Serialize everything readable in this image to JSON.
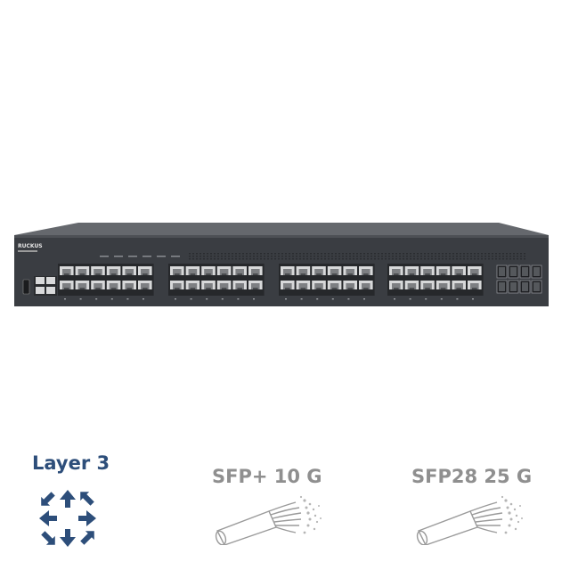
{
  "product": {
    "brand_logo": "RUCKUS",
    "copper_ports_per_block": 12,
    "copper_blocks": 4,
    "sfp_ports": 8
  },
  "features": {
    "layer3": {
      "label": "Layer 3",
      "icon": "routing-arrows-icon",
      "color": "#2d4e7a"
    },
    "sfp10": {
      "label": "SFP+ 10 G",
      "icon": "fiber-cable-icon",
      "color": "#8f8f8f"
    },
    "sfp28": {
      "label": "SFP28 25 G",
      "icon": "fiber-cable-icon",
      "color": "#8f8f8f"
    }
  }
}
